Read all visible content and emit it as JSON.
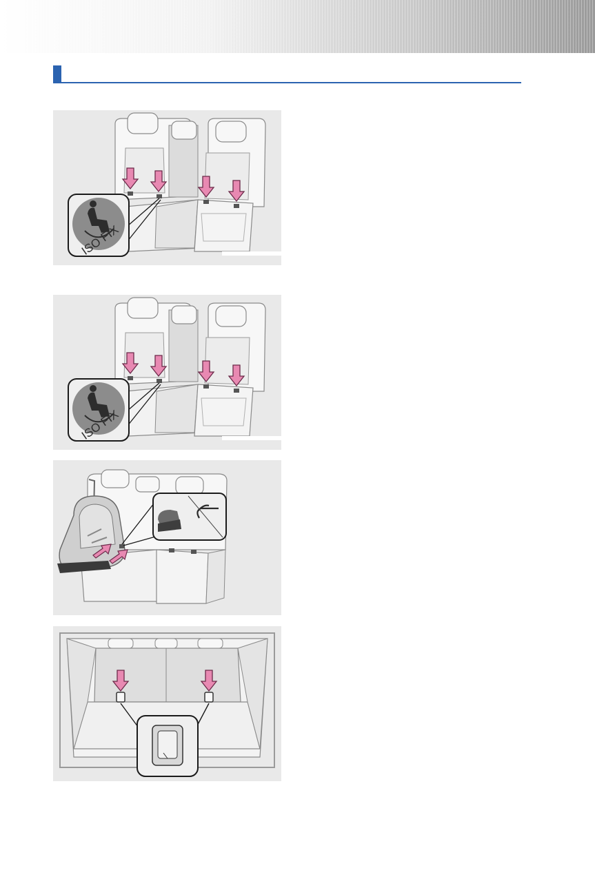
{
  "page": {
    "section_title": ""
  },
  "figures": [
    {
      "id": "rear-seat-isofix-anchors-1",
      "inset_label": "ISO FIX"
    },
    {
      "id": "rear-seat-isofix-anchors-2",
      "inset_label": "ISO FIX"
    },
    {
      "id": "child-seat-attach"
    },
    {
      "id": "luggage-tether-anchors"
    }
  ],
  "colors": {
    "accent_blue": "#2b63b0",
    "arrow_pink": "#e889b2",
    "figure_bg": "#e9e9e9"
  },
  "icons": [
    "isofix-child-seat-icon",
    "down-arrow-icon",
    "anchor-bracket-icon",
    "tether-anchor-icon"
  ]
}
